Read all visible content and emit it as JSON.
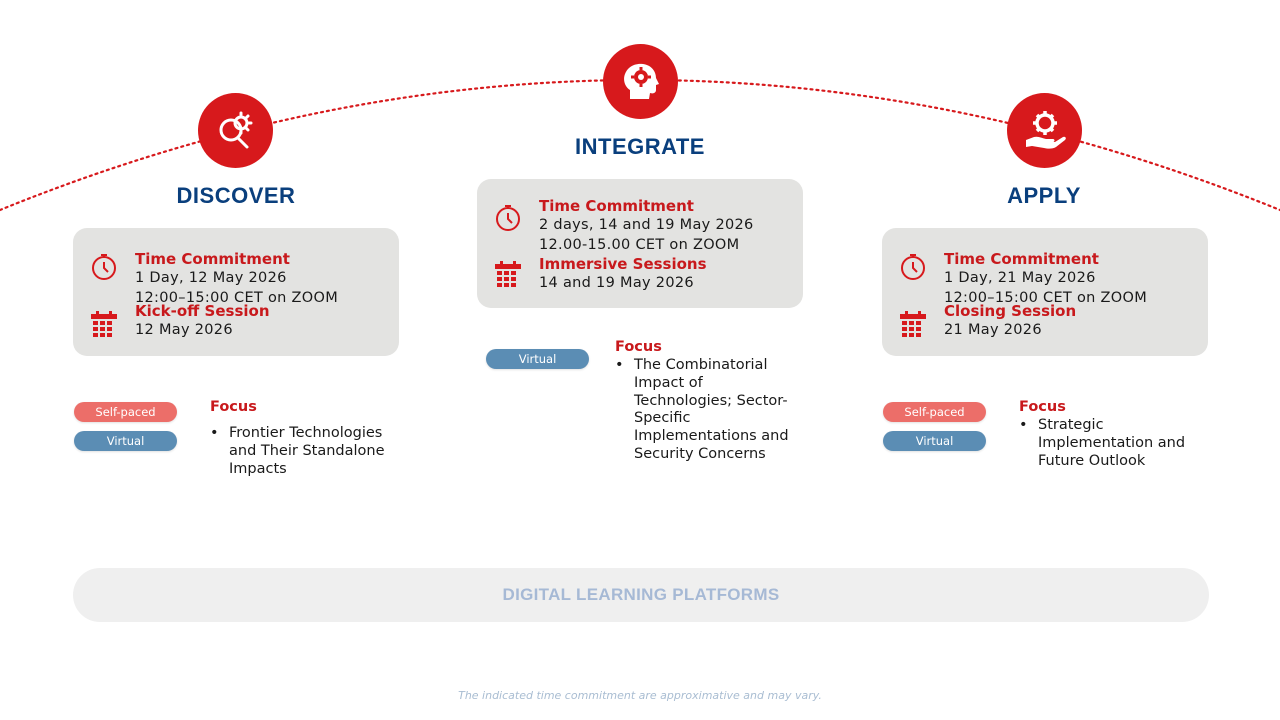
{
  "colors": {
    "accent_red": "#d7191c",
    "title_blue": "#0a3f7d",
    "card_grey": "#e3e3e1",
    "self_paced_pill": "#ec6e69",
    "virtual_pill": "#5b8db4"
  },
  "phases": {
    "discover": {
      "icon": "search-gears-icon",
      "title": "DISCOVER",
      "time_label": "Time Commitment",
      "time_line1": "1 Day, 12 May 2026",
      "time_line2": "12:00–15:00 CET on ZOOM",
      "session_icon": "calendar-icon",
      "session_label": "Kick-off Session",
      "session_date": "12 May 2026",
      "pills": [
        "Self-paced",
        "Virtual"
      ],
      "focus_label": "Focus",
      "focus_item": "Frontier Technologies and Their Standalone Impacts"
    },
    "integrate": {
      "icon": "head-gear-icon",
      "title": "INTEGRATE",
      "time_label": "Time Commitment",
      "time_line1": "2 days, 14 and 19 May 2026",
      "time_line2": "12.00-15.00 CET on ZOOM",
      "session_icon": "calendar-icon",
      "session_label": "Immersive Sessions",
      "session_date": "14 and 19 May 2026",
      "pills": [
        "Virtual"
      ],
      "focus_label": "Focus",
      "focus_item": "The Combinatorial Impact of Technologies; Sector-Specific Implementations and Security Concerns"
    },
    "apply": {
      "icon": "hand-gear-icon",
      "title": "APPLY",
      "time_label": "Time Commitment",
      "time_line1": "1 Day, 21 May 2026",
      "time_line2": "12:00–15:00 CET on ZOOM",
      "session_icon": "calendar-icon",
      "session_label": "Closing Session",
      "session_date": "21 May 2026",
      "pills": [
        "Self-paced",
        "Virtual"
      ],
      "focus_label": "Focus",
      "focus_item": "Strategic Implementation and Future Outlook"
    }
  },
  "platforms_label": "DIGITAL LEARNING PLATFORMS",
  "footnote": "The indicated time commitment are approximative and may vary."
}
